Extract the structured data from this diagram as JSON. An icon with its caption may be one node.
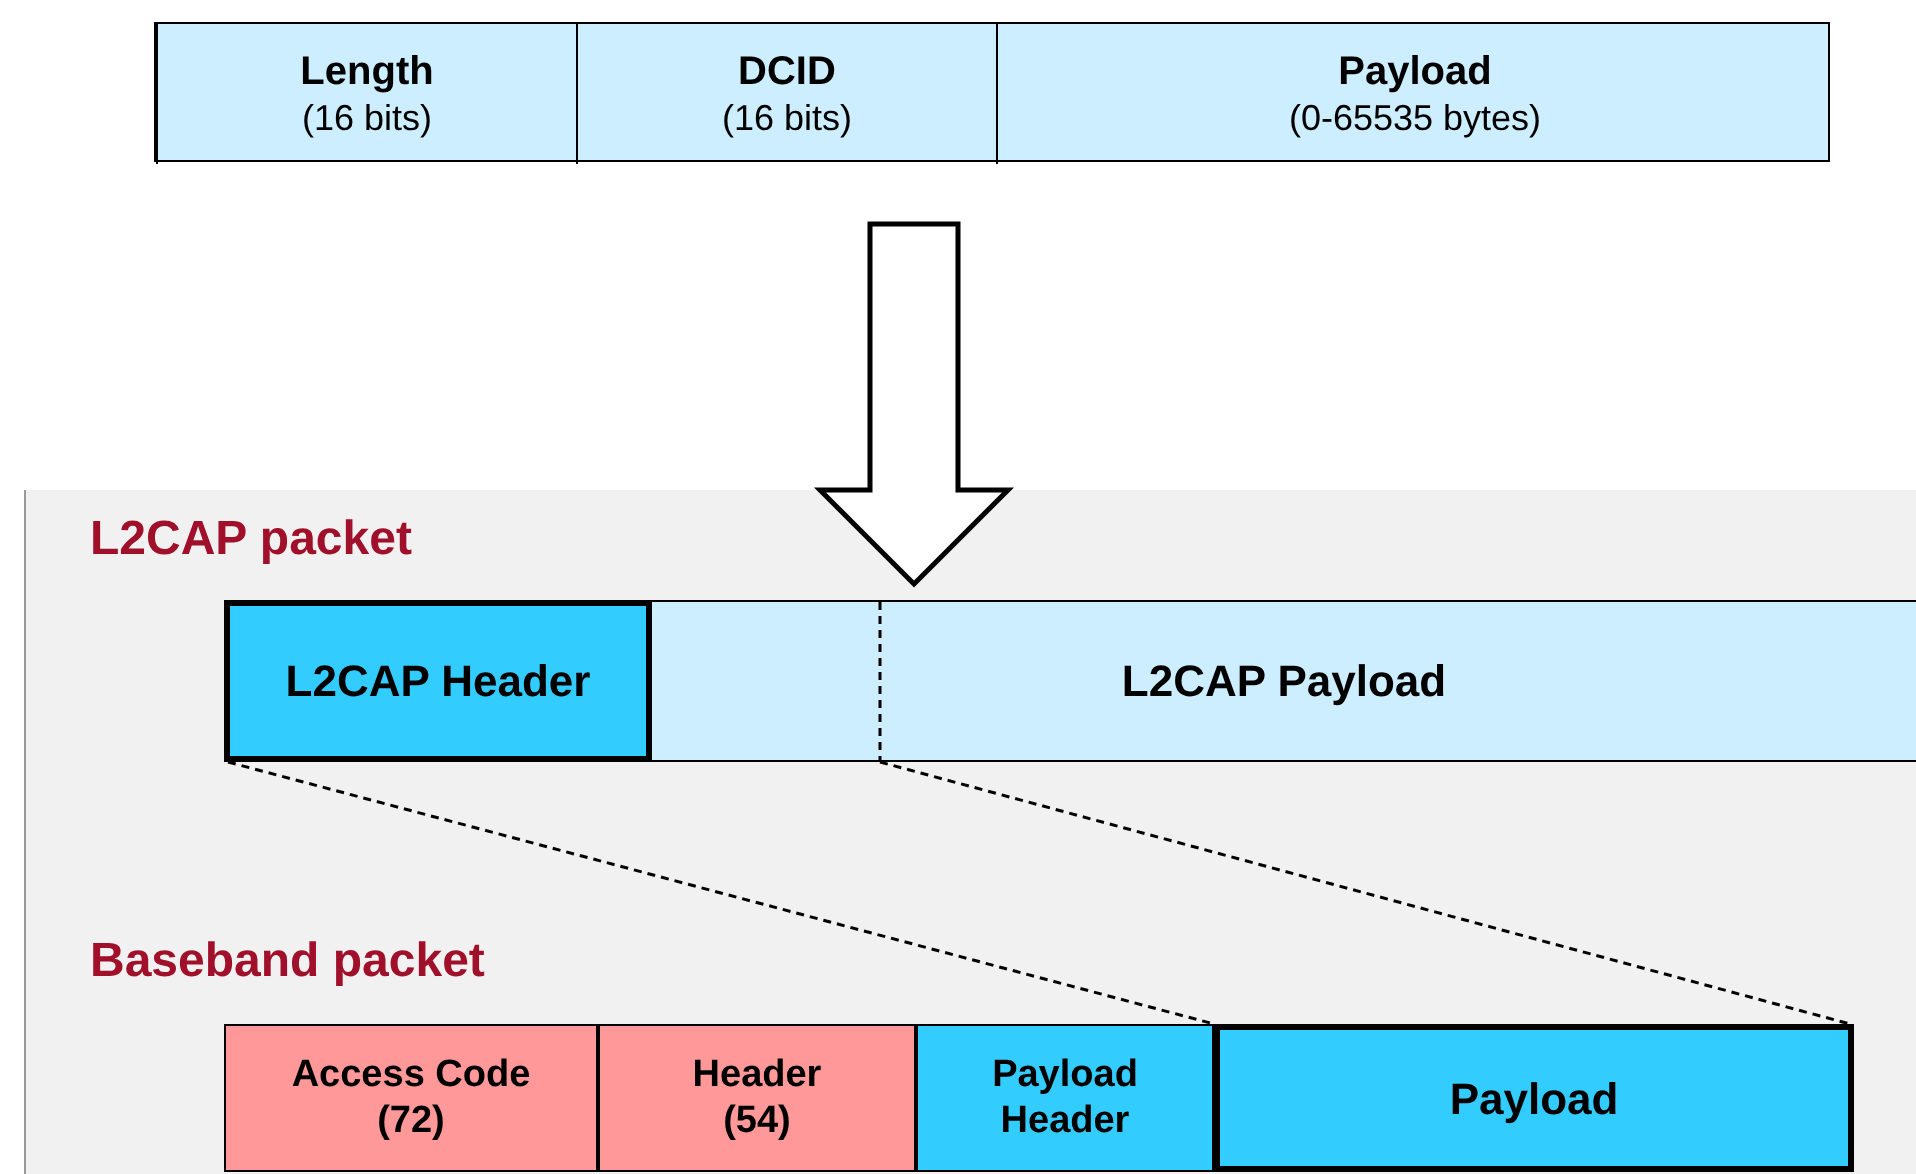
{
  "diagram": {
    "nodes": [
      {
        "text": [],
        "shape": "bar"
      },
      {
        "text": [
          "Length",
          "(16 bits)"
        ],
        "in": 0
      },
      {
        "text": [
          "DCID",
          "(16 bits)"
        ],
        "in": 0
      },
      {
        "text": [
          "Payload",
          "(0-65535 bytes)"
        ],
        "in": 0
      },
      {
        "text": [
          "L2CAP packet"
        ]
      },
      {
        "text": [
          "L2CAP Header"
        ],
        "in": 4
      },
      {
        "text": [
          "L2CAP Payload"
        ],
        "in": 4
      },
      {
        "text": [
          "Baseband packet"
        ]
      },
      {
        "text": [
          "Access Code",
          "(72)"
        ],
        "in": 7
      },
      {
        "text": [
          "Header",
          "(54)"
        ],
        "in": 7
      },
      {
        "text": [
          "Payload Header"
        ],
        "in": 7
      },
      {
        "text": [
          "Payload"
        ],
        "in": 7
      }
    ],
    "edges": [
      {
        "from": 0,
        "to": 4,
        "arrow": "to",
        "style": "thick"
      },
      {
        "from": 5,
        "to": 11,
        "arrow": "none",
        "style": "dashed"
      },
      {
        "from": 6,
        "to": 11,
        "arrow": "none",
        "style": "dashed"
      }
    ]
  }
}
